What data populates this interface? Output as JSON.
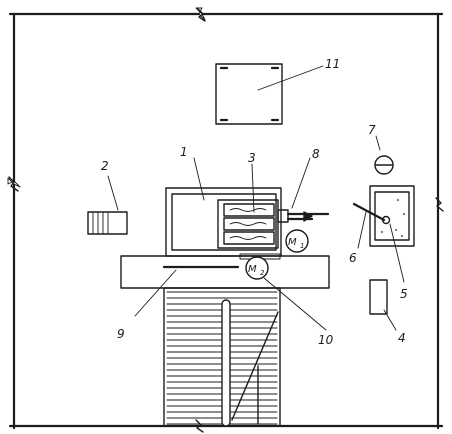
{
  "labels": {
    "l1": "1",
    "l2": "2",
    "l3": "3",
    "l4": "4",
    "l5": "5",
    "l6": "6",
    "l7": "7",
    "l8": "8",
    "l9": "9",
    "l10": "10",
    "l11": "11"
  },
  "motors": {
    "m1": {
      "letter": "M",
      "sub": "1"
    },
    "m2": {
      "letter": "M",
      "sub": "2"
    }
  }
}
